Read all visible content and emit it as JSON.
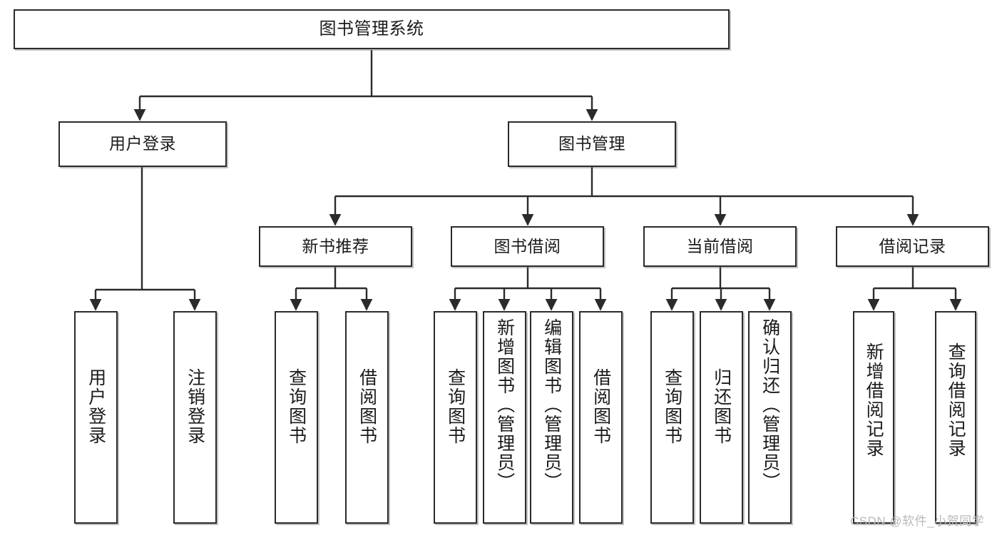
{
  "diagram": {
    "title": "图书管理系统",
    "type": "tree",
    "watermark": "CSDN @软件_小贺同学",
    "colors": {
      "box_border": "#2b2b2b",
      "box_fill": "#ffffff",
      "connector": "#2b2b2b",
      "watermark": "#b9b9b9",
      "background": "#ffffff"
    },
    "levels": [
      {
        "level": 1,
        "nodes": [
          "图书管理系统"
        ]
      },
      {
        "level": 2,
        "nodes": [
          "用户登录",
          "图书管理"
        ]
      },
      {
        "level": 3,
        "nodes": [
          "新书推荐",
          "图书借阅",
          "当前借阅",
          "借阅记录"
        ]
      },
      {
        "level": 4,
        "nodes": [
          "用户登录",
          "注销登录",
          "查询图书",
          "借阅图书",
          "查询图书",
          "新增图书（管理员）",
          "编辑图书（管理员）",
          "借阅图书",
          "查询图书",
          "归还图书",
          "确认归还（管理员）",
          "新增借阅记录",
          "查询借阅记录"
        ]
      }
    ],
    "root": {
      "label": "图书管理系统"
    },
    "level2": {
      "user_login": {
        "label": "用户登录"
      },
      "book_manage": {
        "label": "图书管理"
      }
    },
    "level3": {
      "new_book": {
        "label": "新书推荐"
      },
      "borrow_book": {
        "label": "图书借阅"
      },
      "current_borrow": {
        "label": "当前借阅"
      },
      "borrow_record": {
        "label": "借阅记录"
      }
    },
    "leaves": {
      "user_login_1": {
        "label": "用户登录"
      },
      "user_login_2": {
        "label": "注销登录"
      },
      "new_book_1": {
        "label": "查询图书"
      },
      "new_book_2": {
        "label": "借阅图书"
      },
      "borrow_book_1": {
        "label": "查询图书"
      },
      "borrow_book_2": {
        "label": "新增图书（管理员）"
      },
      "borrow_book_3": {
        "label": "编辑图书（管理员）"
      },
      "borrow_book_4": {
        "label": "借阅图书"
      },
      "current_borrow_1": {
        "label": "查询图书"
      },
      "current_borrow_2": {
        "label": "归还图书"
      },
      "current_borrow_3": {
        "label": "确认归还（管理员）"
      },
      "borrow_record_1": {
        "label": "新增借阅记录"
      },
      "borrow_record_2": {
        "label": "查询借阅记录"
      }
    },
    "edges": [
      {
        "from": "图书管理系统",
        "to": "用户登录"
      },
      {
        "from": "图书管理系统",
        "to": "图书管理"
      },
      {
        "from": "用户登录",
        "to": "用户登录"
      },
      {
        "from": "用户登录",
        "to": "注销登录"
      },
      {
        "from": "图书管理",
        "to": "新书推荐"
      },
      {
        "from": "图书管理",
        "to": "图书借阅"
      },
      {
        "from": "图书管理",
        "to": "当前借阅"
      },
      {
        "from": "图书管理",
        "to": "借阅记录"
      },
      {
        "from": "新书推荐",
        "to": "查询图书"
      },
      {
        "from": "新书推荐",
        "to": "借阅图书"
      },
      {
        "from": "图书借阅",
        "to": "查询图书"
      },
      {
        "from": "图书借阅",
        "to": "新增图书（管理员）"
      },
      {
        "from": "图书借阅",
        "to": "编辑图书（管理员）"
      },
      {
        "from": "图书借阅",
        "to": "借阅图书"
      },
      {
        "from": "当前借阅",
        "to": "查询图书"
      },
      {
        "from": "当前借阅",
        "to": "归还图书"
      },
      {
        "from": "当前借阅",
        "to": "确认归还（管理员）"
      },
      {
        "from": "借阅记录",
        "to": "新增借阅记录"
      },
      {
        "from": "借阅记录",
        "to": "查询借阅记录"
      }
    ]
  }
}
